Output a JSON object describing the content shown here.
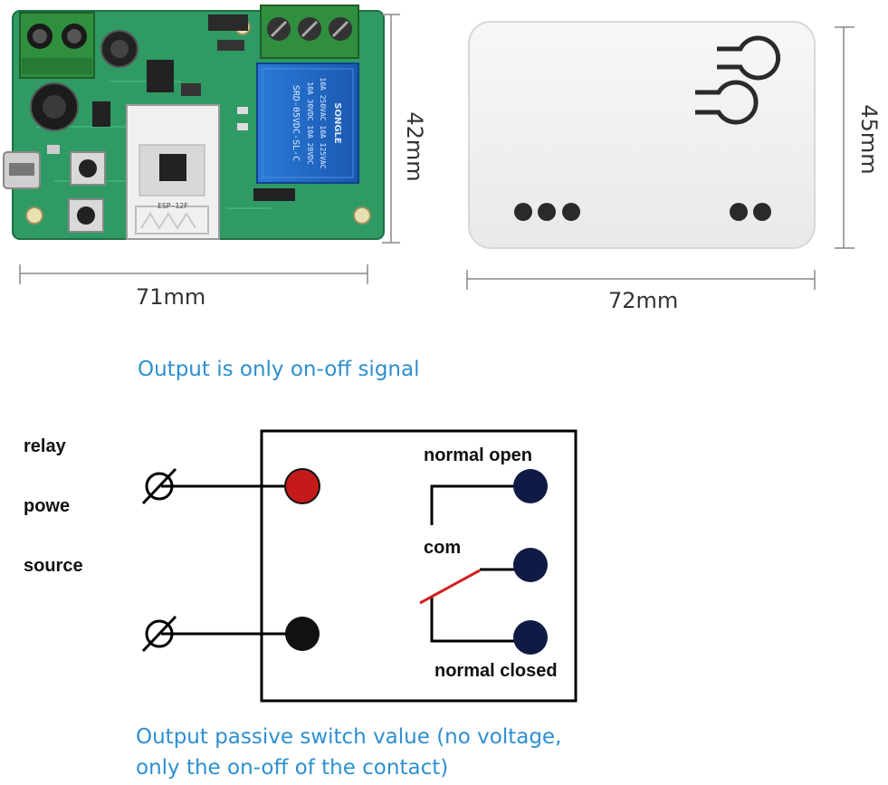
{
  "pcb": {
    "width_label": "71mm",
    "height_label": "42mm",
    "relay_text": [
      "10A 250VAC 10A 125VAC",
      "10A 30VDC 10A 28VDC",
      "SRD-05VDC-SL-C"
    ],
    "relay_brand": "SONGLE",
    "module_text": "ESP-12F"
  },
  "enclosure": {
    "width_label": "72mm",
    "height_label": "45mm"
  },
  "captions": {
    "top": "Output is only on-off signal",
    "bottom_line1": "Output passive switch value (no voltage,",
    "bottom_line2": "only the on-off of the contact)"
  },
  "schematic": {
    "left_labels": [
      "relay",
      "powe",
      "source"
    ],
    "terminals": {
      "normal_open": "normal open",
      "com": "com",
      "normal_closed": "normal closed"
    }
  },
  "colors": {
    "pcb_green": "#2f9a63",
    "relay_blue": "#1e66c8",
    "terminal_green": "#2f8f3e",
    "caption_blue": "#2e8fd0",
    "power_terminal_red": "#c41a1a",
    "contact_navy": "#0f1a45",
    "switch_red": "#d42020"
  }
}
